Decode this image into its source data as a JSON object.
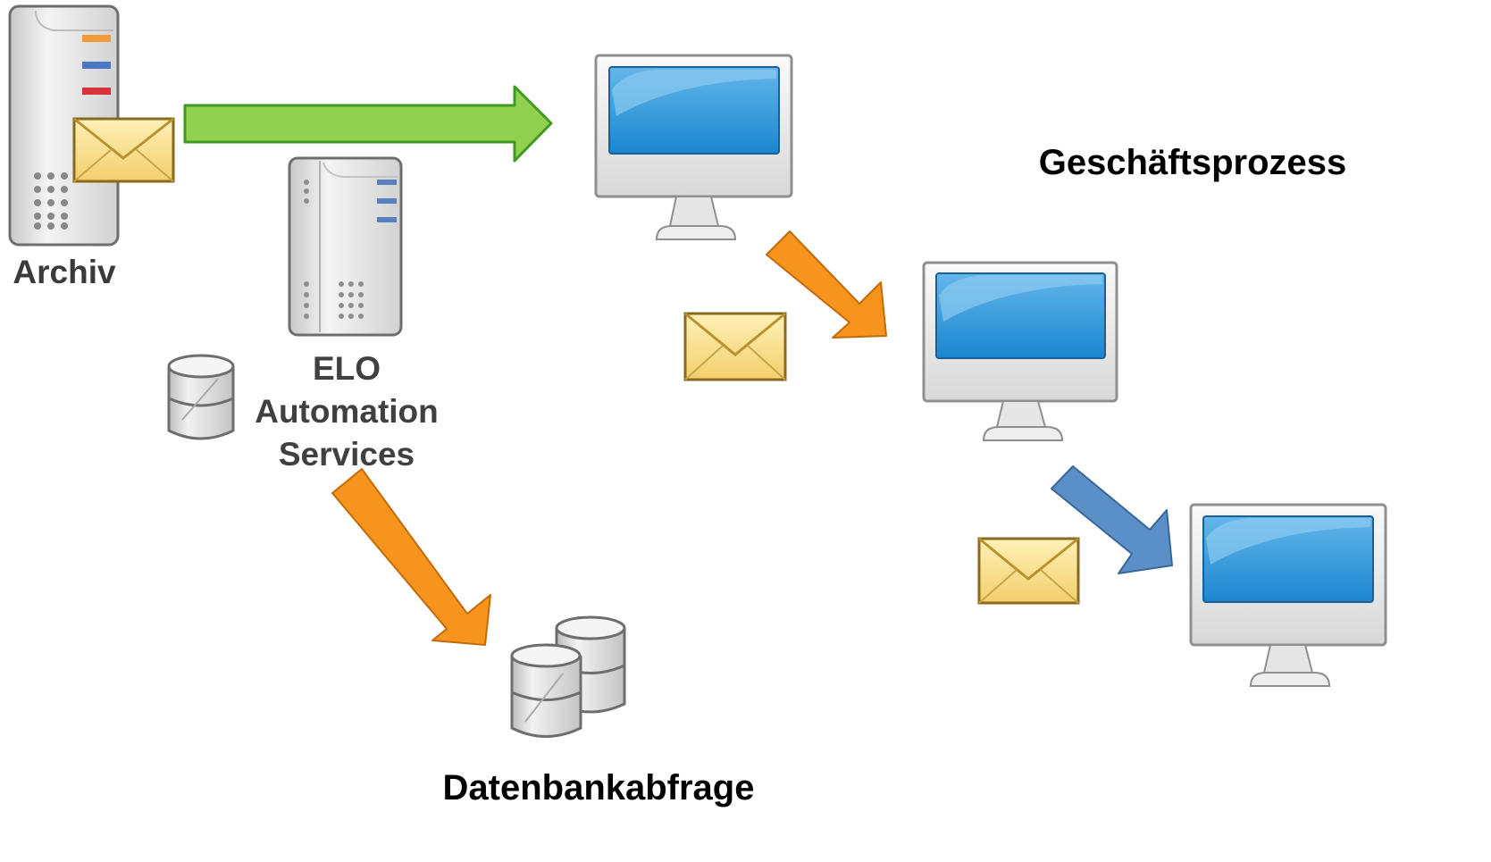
{
  "labels": {
    "archiv": "Archiv",
    "elo_line1": "ELO",
    "elo_line2": "Automation",
    "elo_line3": "Services",
    "geschaeftsprozess": "Geschäftsprozess",
    "datenbankabfrage": "Datenbankabfrage"
  },
  "colors": {
    "arrow_green": "#92d050",
    "arrow_green_stroke": "#3f9a20",
    "arrow_orange": "#f7941d",
    "arrow_blue": "#5b8fc7",
    "screen_blue": "#1f8fd6",
    "envelope": "#ffe08a",
    "archiv_text": "#3a3a3a",
    "elo_text": "#404040",
    "heading_text": "#000000"
  },
  "icons": {
    "archive_server": "server-icon",
    "elo_server": "server-icon",
    "monitor": "monitor-icon",
    "envelope": "envelope-icon",
    "database": "database-icon"
  }
}
